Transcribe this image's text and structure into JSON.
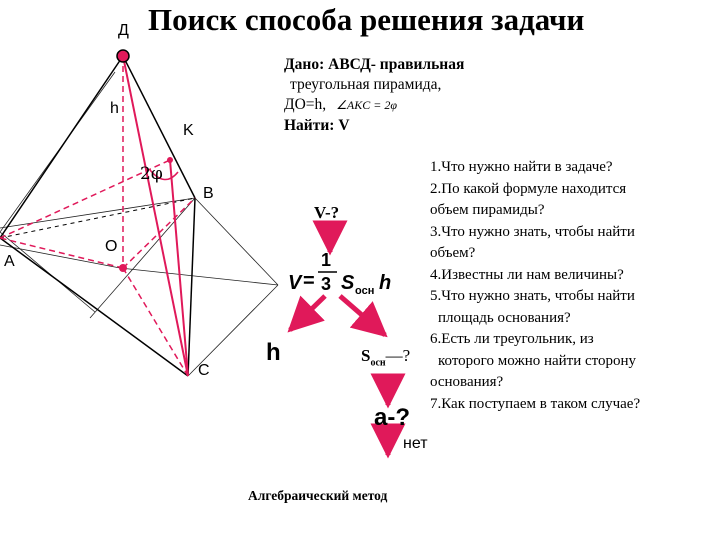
{
  "title": "Поиск способа решения задачи",
  "given": {
    "line1": "Дано: АВСД- правильная",
    "line2": "треугольная пирамида,",
    "line3": "ДО=h,",
    "angle": "∠AKC = 2φ",
    "find": "Найти: V"
  },
  "questions": [
    "1.Что нужно найти в задаче?",
    "2.По какой формуле находится",
    "объем пирамиды?",
    "3.Что нужно знать, чтобы найти",
    "объем?",
    "4.Известны ли нам величины?",
    "5.Что нужно знать, чтобы найти",
    "площадь основания?",
    "6.Есть ли треугольник, из",
    "которого можно найти сторону",
    "основания?",
    "7.Как поступаем в таком случае?"
  ],
  "pyramid_labels": {
    "apex": "Д",
    "h": "h",
    "k": "K",
    "angle": "2φ",
    "b": "B",
    "o": "O",
    "a": "A",
    "c": "C"
  },
  "tree": {
    "root": "V-?",
    "formula_v": "V",
    "formula_eq": "=",
    "formula_num": "1",
    "formula_den": "3",
    "formula_s": "S",
    "formula_sub": "осн",
    "formula_h": "h",
    "left_leaf": "h",
    "right_s": "S",
    "right_sub": "осн",
    "right_q": "—?",
    "a_node": "a-?",
    "net": "нет",
    "method": "Алгебраический метод"
  },
  "colors": {
    "accent": "#e0195a",
    "line": "#000000"
  }
}
